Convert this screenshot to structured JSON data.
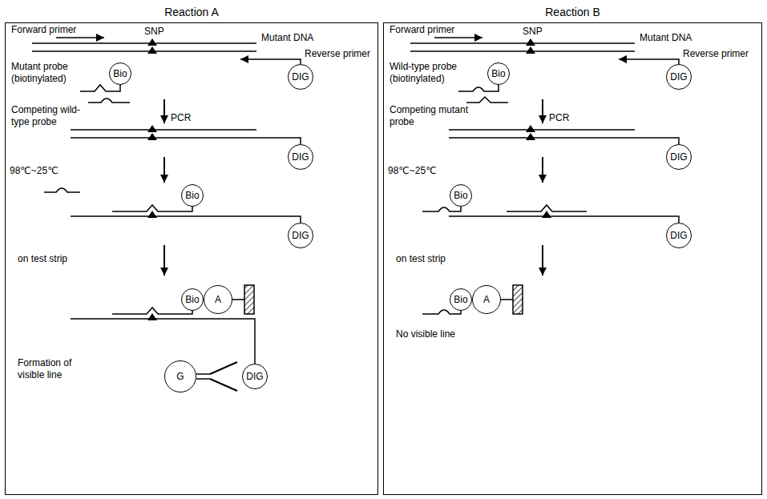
{
  "diagram": {
    "nodes": [
      {
        "text": [
          "Reaction A"
        ]
      },
      {
        "text": [
          "Bio"
        ],
        "in": 0
      },
      {
        "text": [
          "DIG"
        ],
        "in": 0
      },
      {
        "text": [
          "DIG"
        ],
        "in": 0
      },
      {
        "text": [
          "Bio"
        ],
        "in": 0
      },
      {
        "text": [
          "DIG"
        ],
        "in": 0
      },
      {
        "text": [
          "Bio"
        ],
        "in": 0
      },
      {
        "text": [
          "A"
        ],
        "in": 0
      },
      {
        "text": [
          "G"
        ],
        "in": 0
      },
      {
        "text": [
          "DIG"
        ],
        "in": 0
      },
      {
        "text": [
          "Reaction B"
        ]
      },
      {
        "text": [
          "Bio"
        ],
        "in": 10
      },
      {
        "text": [
          "DIG"
        ],
        "in": 10
      },
      {
        "text": [
          "DIG"
        ],
        "in": 10
      },
      {
        "text": [
          "Bio"
        ],
        "in": 10
      },
      {
        "text": [
          "DIG"
        ],
        "in": 10
      },
      {
        "text": [
          "Bio"
        ],
        "in": 10
      },
      {
        "text": [
          "A"
        ],
        "in": 10
      }
    ],
    "labels": [
      "Forward primer",
      "SNP",
      "Mutant DNA",
      "Mutant probe (biotinylated)",
      "Reverse primer",
      "Competing wild-type probe",
      "PCR",
      "98℃~25℃",
      "on test strip",
      "Formation of visible line",
      "Forward primer",
      "SNP",
      "Mutant DNA",
      "Wild-type probe (biotinylated)",
      "Reverse primer",
      "Competing mutant probe",
      "PCR",
      "98℃~25℃",
      "on test strip",
      "No visible line"
    ]
  }
}
